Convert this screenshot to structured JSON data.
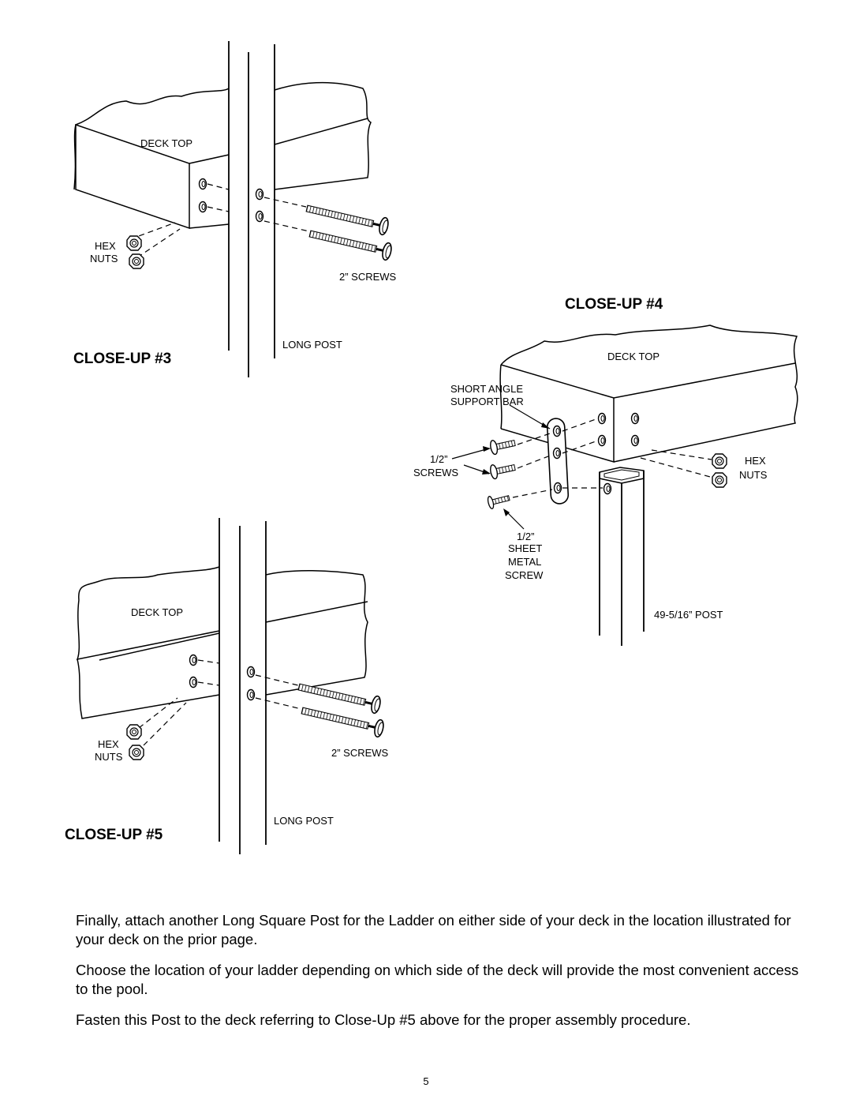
{
  "closeup3": {
    "title": "CLOSE-UP #3",
    "deck_top": "DECK TOP",
    "hex": "HEX",
    "nuts": "NUTS",
    "screws": "2” SCREWS",
    "long_post": "LONG POST"
  },
  "closeup4": {
    "title": "CLOSE-UP #4",
    "deck_top": "DECK TOP",
    "short_angle": "SHORT ANGLE",
    "support_bar": "SUPPORT BAR",
    "half_inch": "1/2”",
    "screws": "SCREWS",
    "hex": "HEX",
    "nuts": "NUTS",
    "sm_half": "1/2”",
    "sm_sheet": "SHEET",
    "sm_metal": "METAL",
    "sm_screw": "SCREW",
    "post": "49-5/16” POST"
  },
  "closeup5": {
    "title": "CLOSE-UP #5",
    "deck_top": "DECK TOP",
    "hex": "HEX",
    "nuts": "NUTS",
    "screws": "2” SCREWS",
    "long_post": "LONG POST"
  },
  "paragraphs": [
    "Finally, attach another Long Square Post for the Ladder on either side of your deck in the location illustrated for your deck on the prior page.",
    "Choose the location of your ladder depending on which side of the deck will provide the most convenient access to the pool.",
    "Fasten this Post to the deck referring to Close-Up #5 above for the proper assembly procedure."
  ],
  "page_number": "5"
}
